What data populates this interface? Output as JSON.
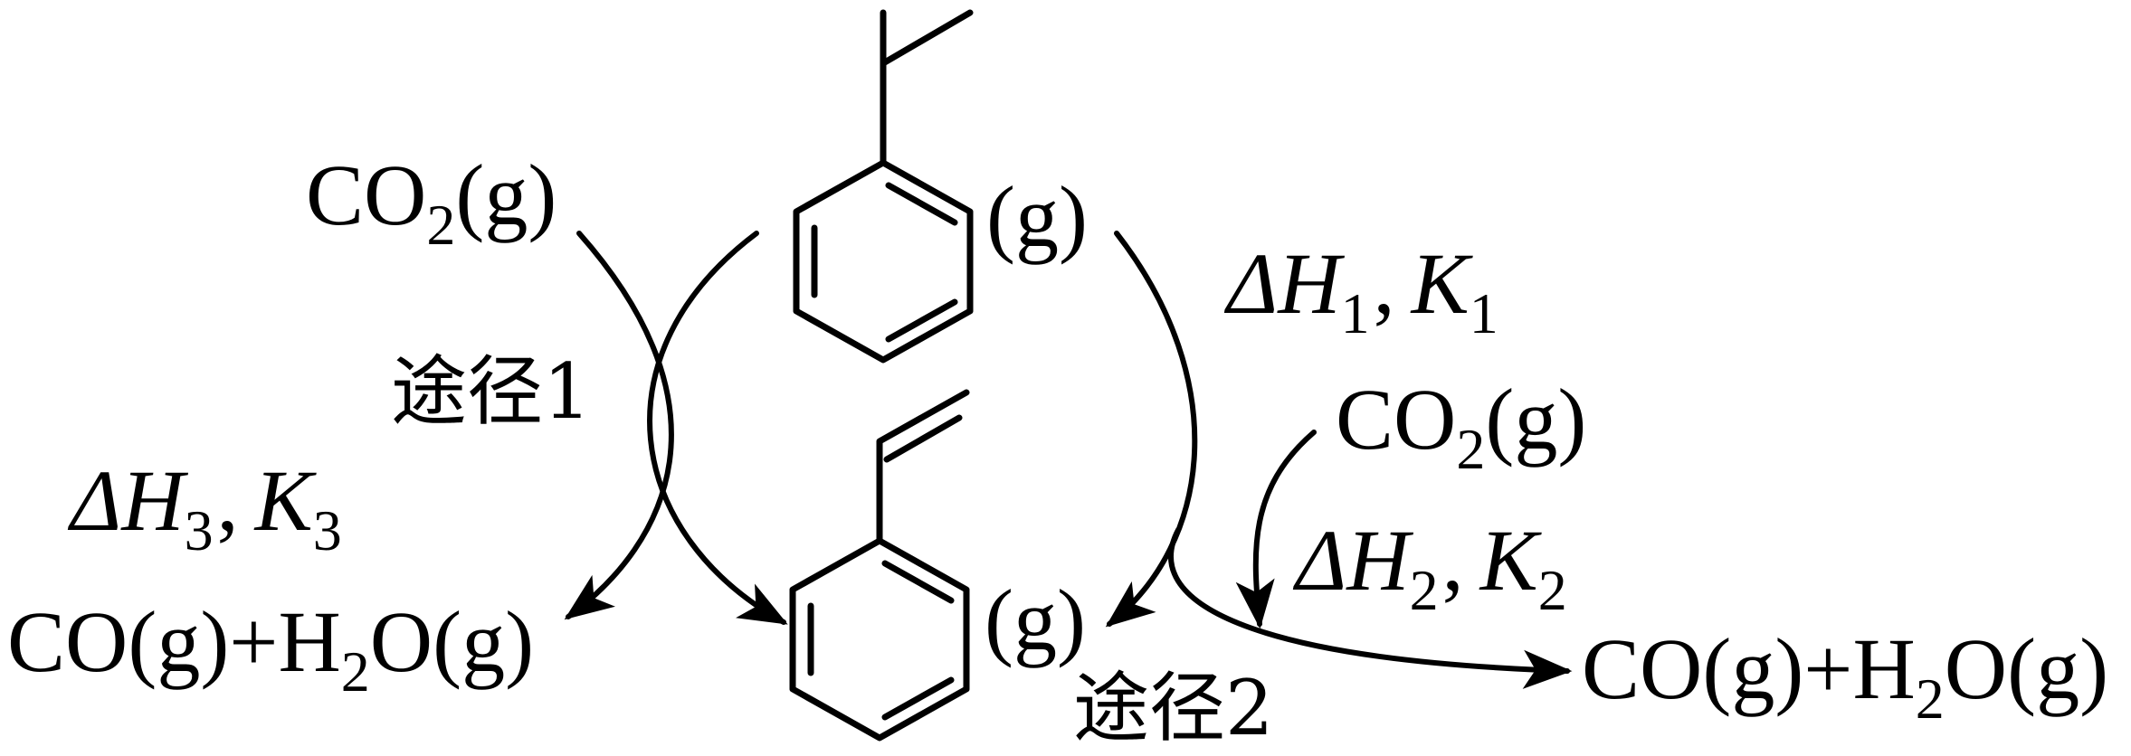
{
  "diagram": {
    "reactant": {
      "phase": "(g)"
    },
    "product": {
      "phase": "(g)"
    },
    "left": {
      "co2": {
        "formula": "CO",
        "sub": "2",
        "phase": "(g)"
      },
      "route_label": "途径1",
      "dH": "ΔH",
      "dH_sub": "3",
      "sep": ",",
      "K": "K",
      "K_sub": "3",
      "products": {
        "p1": "CO(g)+H",
        "sub": "2",
        "p2": "O(g)"
      }
    },
    "right": {
      "dH1": "ΔH",
      "dH1_sub": "1",
      "sep1": ",",
      "K1": "K",
      "K1_sub": "1",
      "co2": {
        "formula": "CO",
        "sub": "2",
        "phase": "(g)"
      },
      "dH2": "ΔH",
      "dH2_sub": "2",
      "sep2": ",",
      "K2": "K",
      "K2_sub": "2",
      "route_label": "途径2",
      "products": {
        "p1": "CO(g)+H",
        "sub": "2",
        "p2": "O(g)"
      }
    },
    "colors": {
      "ink": "#000000",
      "background": "#ffffff"
    }
  }
}
